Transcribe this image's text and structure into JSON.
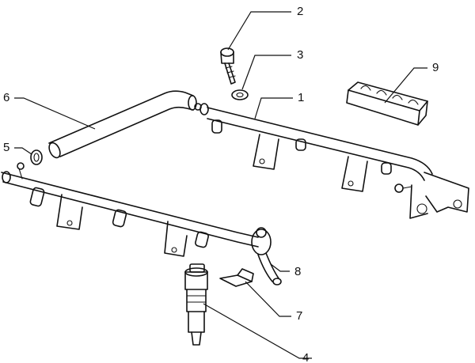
{
  "callouts": [
    "1",
    "2",
    "3",
    "4",
    "5",
    "6",
    "7",
    "8",
    "9"
  ],
  "colors": {
    "ink": "#111111",
    "background": "#ffffff"
  }
}
